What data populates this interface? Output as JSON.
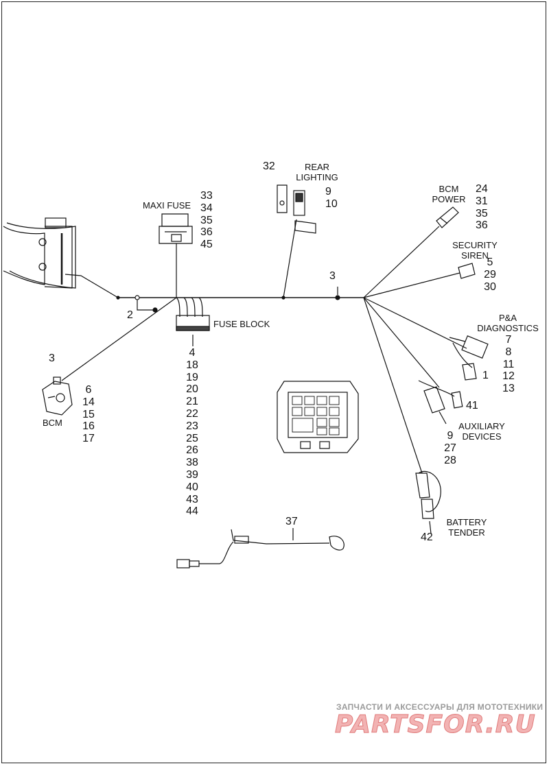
{
  "labels": {
    "maxi_fuse": "MAXI FUSE",
    "rear_lighting": [
      "REAR",
      "LIGHTING"
    ],
    "bcm_power": [
      "BCM",
      "POWER"
    ],
    "security_siren": [
      "SECURITY",
      "SIREN"
    ],
    "pa_diagnostics": [
      "P&A",
      "DIAGNOSTICS"
    ],
    "fuse_block": "FUSE BLOCK",
    "bcm": "BCM",
    "auxiliary_devices": [
      "AUXILIARY",
      "DEVICES"
    ],
    "battery_tender": [
      "BATTERY",
      "TENDER"
    ]
  },
  "callouts": {
    "rear_32": "32",
    "rear_nums": [
      "9",
      "10"
    ],
    "maxi_nums": [
      "33",
      "34",
      "35",
      "36",
      "45"
    ],
    "bcm_power_nums": [
      "24",
      "31",
      "35",
      "36"
    ],
    "siren_nums": [
      "5",
      "29",
      "30"
    ],
    "three_top": "3",
    "two": "2",
    "pa_nums": [
      "7",
      "8",
      "11",
      "12",
      "13"
    ],
    "pa_one": "1",
    "three_left": "3",
    "bcm_nums": [
      "6",
      "14",
      "15",
      "16",
      "17"
    ],
    "fuse_block_nums": [
      "4",
      "18",
      "19",
      "20",
      "21",
      "22",
      "23",
      "25",
      "26",
      "38",
      "39",
      "40",
      "43",
      "44"
    ],
    "aux_41": "41",
    "aux_nums": [
      "9",
      "27",
      "28"
    ],
    "battery_42": "42",
    "harness_37": "37"
  },
  "watermark": {
    "line1": "ЗАПЧАСТИ И АКСЕССУАРЫ ДЛЯ МОТОТЕХНИКИ",
    "line2": "PARTSFOR.RU"
  }
}
